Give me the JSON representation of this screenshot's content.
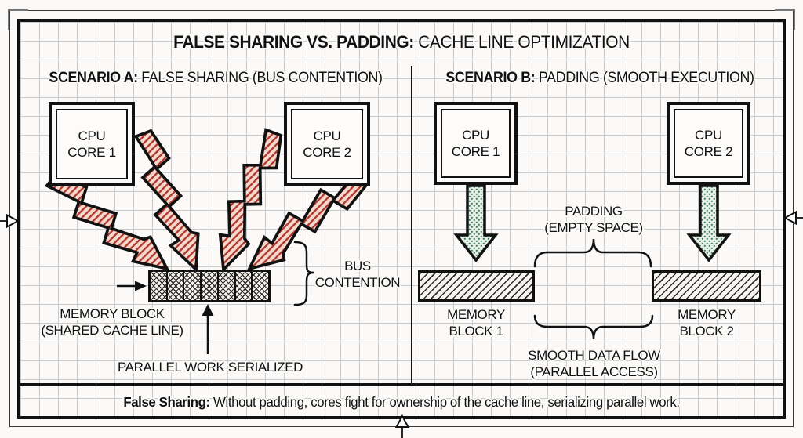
{
  "title": {
    "bold": "FALSE SHARING VS. PADDING:",
    "rest": " CACHE LINE OPTIMIZATION"
  },
  "scenario_a": {
    "heading_bold": "SCENARIO A:",
    "heading_rest": " FALSE SHARING (BUS CONTENTION)",
    "cpu1": [
      "CPU",
      "CORE 1"
    ],
    "cpu2": [
      "CPU",
      "CORE 2"
    ],
    "memory_cells": 7,
    "memory_label": [
      "MEMORY BLOCK",
      "(SHARED CACHE LINE)"
    ],
    "bus_label": [
      "BUS",
      "CONTENTION"
    ],
    "serialized_label": "PARALLEL WORK SERIALIZED"
  },
  "scenario_b": {
    "heading_bold": "SCENARIO B:",
    "heading_rest": " PADDING (SMOOTH EXECUTION)",
    "cpu1": [
      "CPU",
      "CORE 1"
    ],
    "cpu2": [
      "CPU",
      "CORE 2"
    ],
    "padding_label": [
      "PADDING",
      "(EMPTY SPACE)"
    ],
    "block1_label": [
      "MEMORY",
      "BLOCK 1"
    ],
    "block2_label": [
      "MEMORY",
      "BLOCK 2"
    ],
    "flow_label": [
      "SMOOTH DATA FLOW",
      "(PARALLEL ACCESS)"
    ]
  },
  "caption": {
    "bold": "False Sharing:",
    "rest": " Without padding, cores fight for ownership of the cache line, serializing parallel work."
  },
  "icons": {
    "bolt": "lightning-bolt (bus contention strike)",
    "green_arrow": "down-arrow (smooth data flow)",
    "registration": "frame alignment arrows and corner marks"
  },
  "colors": {
    "ink": "#111111",
    "paper": "#fbfaf8",
    "grid_line": "#c9c9c9",
    "bolt_fill": "#f6d7cd",
    "bolt_stripe": "#b03a2e",
    "arrow_fill": "#e6efe7",
    "arrow_dot": "#3c7a55",
    "hatch": "#2e2b28"
  }
}
